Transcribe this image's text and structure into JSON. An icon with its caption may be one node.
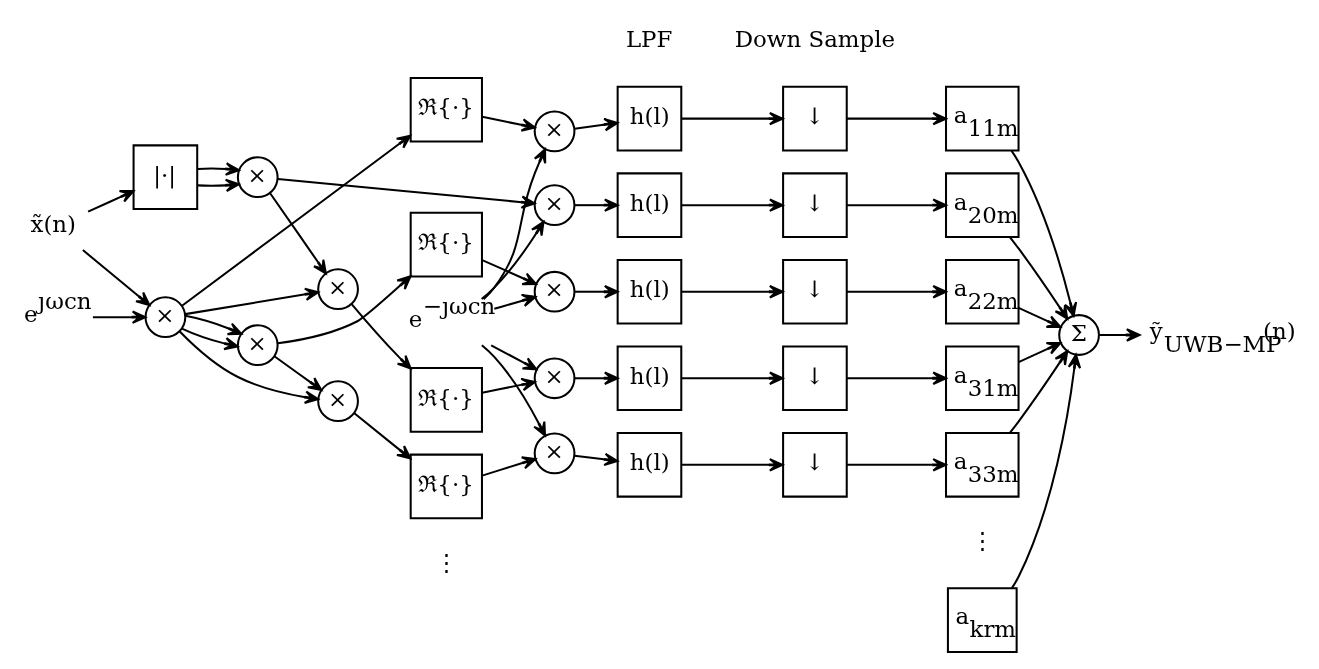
{
  "diagram": {
    "nodes": [
      {
        "text": [
          "x̃(n)"
        ]
      },
      {
        "text": [
          "e$^{ȷωcn}$"
        ]
      },
      {
        "text": [
          "×"
        ]
      },
      {
        "text": [
          "|·|"
        ]
      },
      {
        "text": [
          "×"
        ]
      },
      {
        "text": [
          "×"
        ]
      },
      {
        "text": [
          "×"
        ]
      },
      {
        "text": [
          "×"
        ]
      },
      {
        "text": [
          "ℜ{·}"
        ]
      },
      {
        "text": [
          "ℜ{·}"
        ]
      },
      {
        "text": [
          "ℜ{·}"
        ]
      },
      {
        "text": [
          "ℜ{·}"
        ]
      },
      {
        "text": [
          "e$^{−ȷωcn}$"
        ]
      },
      {
        "text": [
          "×"
        ]
      },
      {
        "text": [
          "×"
        ]
      },
      {
        "text": [
          "×"
        ]
      },
      {
        "text": [
          "×"
        ]
      },
      {
        "text": [
          "×"
        ]
      },
      {
        "text": [
          "h(l)"
        ]
      },
      {
        "text": [
          "h(l)"
        ]
      },
      {
        "text": [
          "h(l)"
        ]
      },
      {
        "text": [
          "h(l)"
        ]
      },
      {
        "text": [
          "h(l)"
        ]
      },
      {
        "text": [
          "↓"
        ]
      },
      {
        "text": [
          "↓"
        ]
      },
      {
        "text": [
          "↓"
        ]
      },
      {
        "text": [
          "↓"
        ]
      },
      {
        "text": [
          "↓"
        ]
      },
      {
        "text": [
          "a$_{11m}$"
        ]
      },
      {
        "text": [
          "a$_{20m}$"
        ]
      },
      {
        "text": [
          "a$_{22m}$"
        ]
      },
      {
        "text": [
          "a$_{31m}$"
        ]
      },
      {
        "text": [
          "a$_{33m}$"
        ]
      },
      {
        "text": [
          "a$_{krm}$"
        ]
      },
      {
        "text": [
          "Σ"
        ]
      },
      {
        "text": [
          "ỹ$_{UWB−MP}$(n)"
        ]
      }
    ],
    "edges": [
      {
        "from": 0,
        "to": 2,
        "arrow": "to"
      },
      {
        "from": 0,
        "to": 3,
        "arrow": "to"
      },
      {
        "from": 1,
        "to": 2,
        "arrow": "to"
      },
      {
        "from": 2,
        "to": 8,
        "arrow": "to"
      },
      {
        "from": 2,
        "to": 5,
        "arrow": "to"
      },
      {
        "from": 2,
        "to": 5,
        "arrow": "to"
      },
      {
        "from": 2,
        "to": 6,
        "arrow": "to"
      },
      {
        "from": 2,
        "to": 7,
        "arrow": "to"
      },
      {
        "from": 3,
        "to": 4,
        "arrow": "to"
      },
      {
        "from": 3,
        "to": 4,
        "arrow": "to"
      },
      {
        "from": 4,
        "to": 14,
        "arrow": "to"
      },
      {
        "from": 4,
        "to": 6,
        "arrow": "to"
      },
      {
        "from": 5,
        "to": 9,
        "arrow": "to"
      },
      {
        "from": 5,
        "to": 7,
        "arrow": "to"
      },
      {
        "from": 6,
        "to": 10,
        "arrow": "to"
      },
      {
        "from": 7,
        "to": 11,
        "arrow": "to"
      },
      {
        "from": 8,
        "to": 13,
        "arrow": "to"
      },
      {
        "from": 9,
        "to": 15,
        "arrow": "to"
      },
      {
        "from": 10,
        "to": 16,
        "arrow": "to"
      },
      {
        "from": 11,
        "to": 17,
        "arrow": "to"
      },
      {
        "from": 12,
        "to": 13,
        "arrow": "to"
      },
      {
        "from": 12,
        "to": 14,
        "arrow": "to"
      },
      {
        "from": 12,
        "to": 15,
        "arrow": "to"
      },
      {
        "from": 12,
        "to": 16,
        "arrow": "to"
      },
      {
        "from": 12,
        "to": 17,
        "arrow": "to"
      },
      {
        "from": 13,
        "to": 18,
        "arrow": "to"
      },
      {
        "from": 14,
        "to": 19,
        "arrow": "to"
      },
      {
        "from": 15,
        "to": 20,
        "arrow": "to"
      },
      {
        "from": 16,
        "to": 21,
        "arrow": "to"
      },
      {
        "from": 17,
        "to": 22,
        "arrow": "to"
      },
      {
        "from": 18,
        "to": 23,
        "arrow": "to"
      },
      {
        "from": 19,
        "to": 24,
        "arrow": "to"
      },
      {
        "from": 20,
        "to": 25,
        "arrow": "to"
      },
      {
        "from": 21,
        "to": 26,
        "arrow": "to"
      },
      {
        "from": 22,
        "to": 27,
        "arrow": "to"
      },
      {
        "from": 23,
        "to": 28,
        "arrow": "to"
      },
      {
        "from": 24,
        "to": 29,
        "arrow": "to"
      },
      {
        "from": 25,
        "to": 30,
        "arrow": "to"
      },
      {
        "from": 26,
        "to": 31,
        "arrow": "to"
      },
      {
        "from": 27,
        "to": 32,
        "arrow": "to"
      },
      {
        "from": 28,
        "to": 34,
        "arrow": "to"
      },
      {
        "from": 29,
        "to": 34,
        "arrow": "to"
      },
      {
        "from": 30,
        "to": 34,
        "arrow": "to"
      },
      {
        "from": 31,
        "to": 34,
        "arrow": "to"
      },
      {
        "from": 32,
        "to": 34,
        "arrow": "to"
      },
      {
        "from": 33,
        "to": 34,
        "arrow": "to"
      },
      {
        "from": 34,
        "to": 35,
        "arrow": "to"
      }
    ],
    "labels": [
      "LPF",
      "Down Sample",
      "⋮",
      "⋮"
    ]
  }
}
